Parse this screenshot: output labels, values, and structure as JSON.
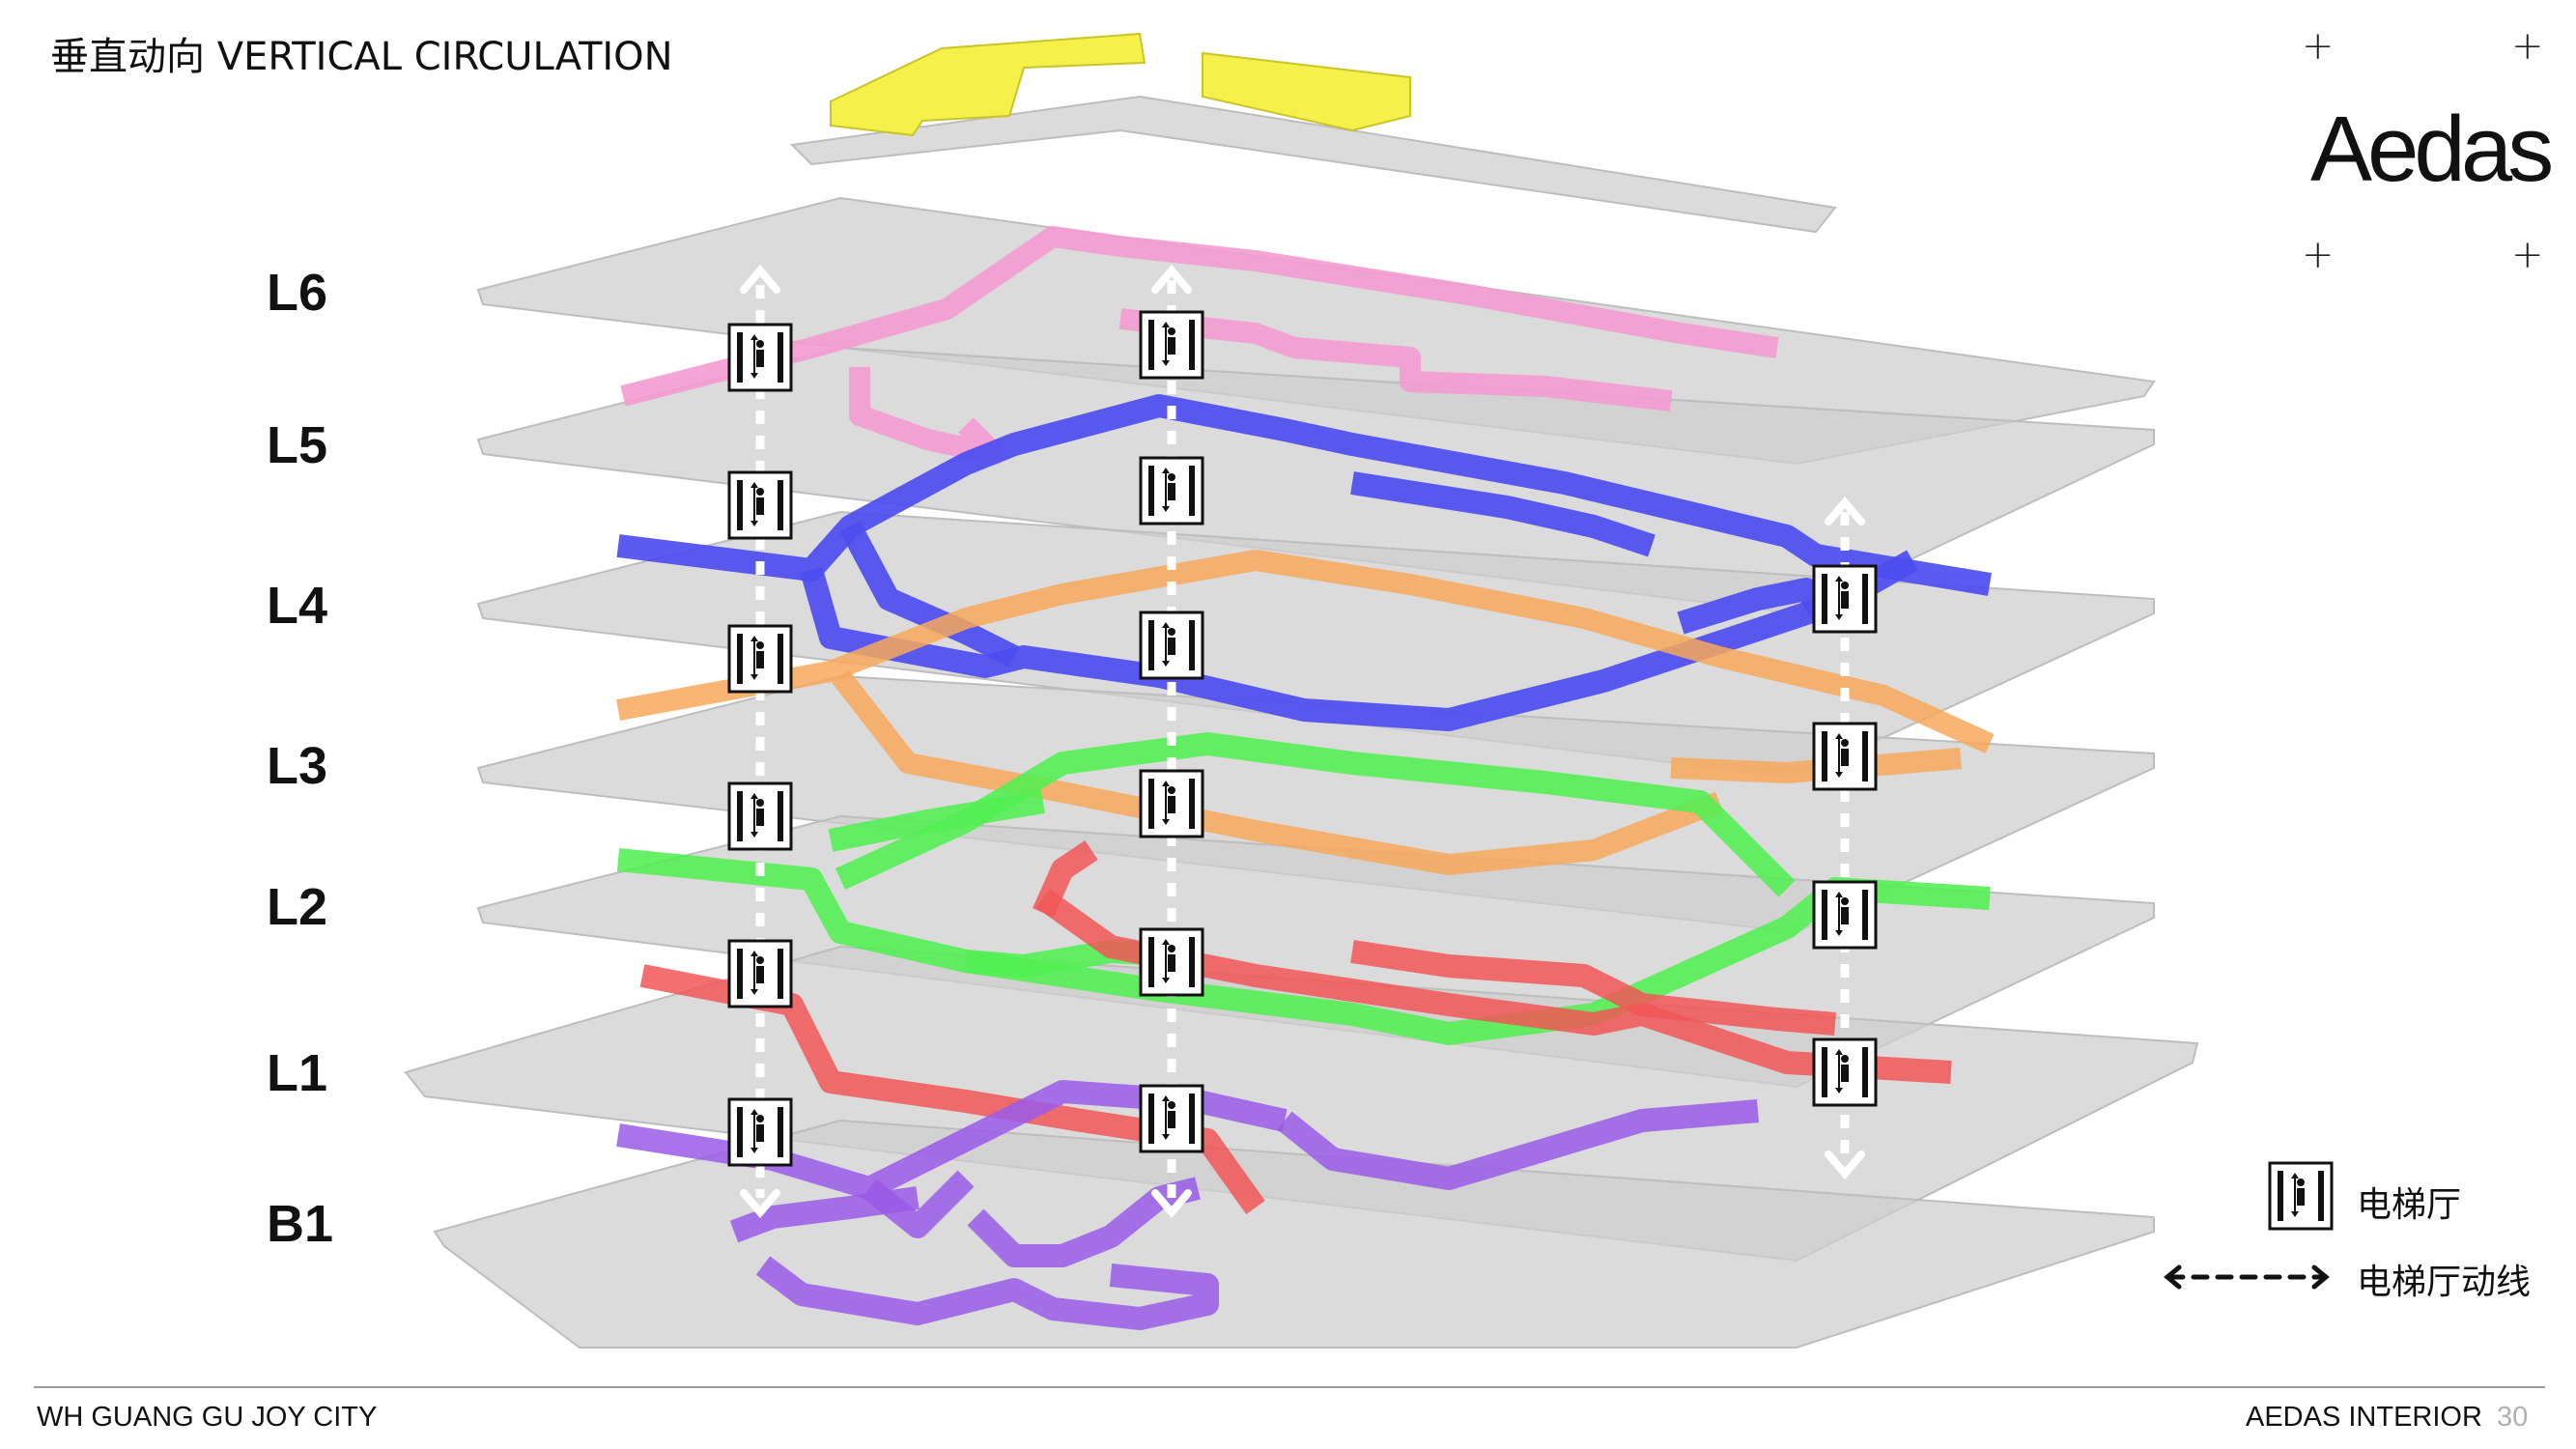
{
  "header": {
    "title": "垂直动向 VERTICAL CIRCULATION",
    "brand": "Aedas",
    "corner_mark": "+"
  },
  "levels": [
    "L6",
    "L5",
    "L4",
    "L3",
    "L2",
    "L1",
    "B1"
  ],
  "level_colors": {
    "L6": "#f39ad0",
    "L5": "#4d4df0",
    "L4": "#f7a85a",
    "L3": "#52ef52",
    "L2": "#f25656",
    "L1": "#9a5ae8",
    "B1": "#9a5ae8",
    "roof": "#f5f04a",
    "floor_plate": "#d4d4d4"
  },
  "legend": {
    "elevator_label": "电梯厅",
    "route_label": "电梯厅动线",
    "elevator_icon": "elevator-hall-icon",
    "route_icon": "dashed-double-arrow-icon"
  },
  "footer": {
    "project": "WH GUANG GU JOY CITY",
    "company": "AEDAS INTERIOR",
    "page_number": "30"
  }
}
